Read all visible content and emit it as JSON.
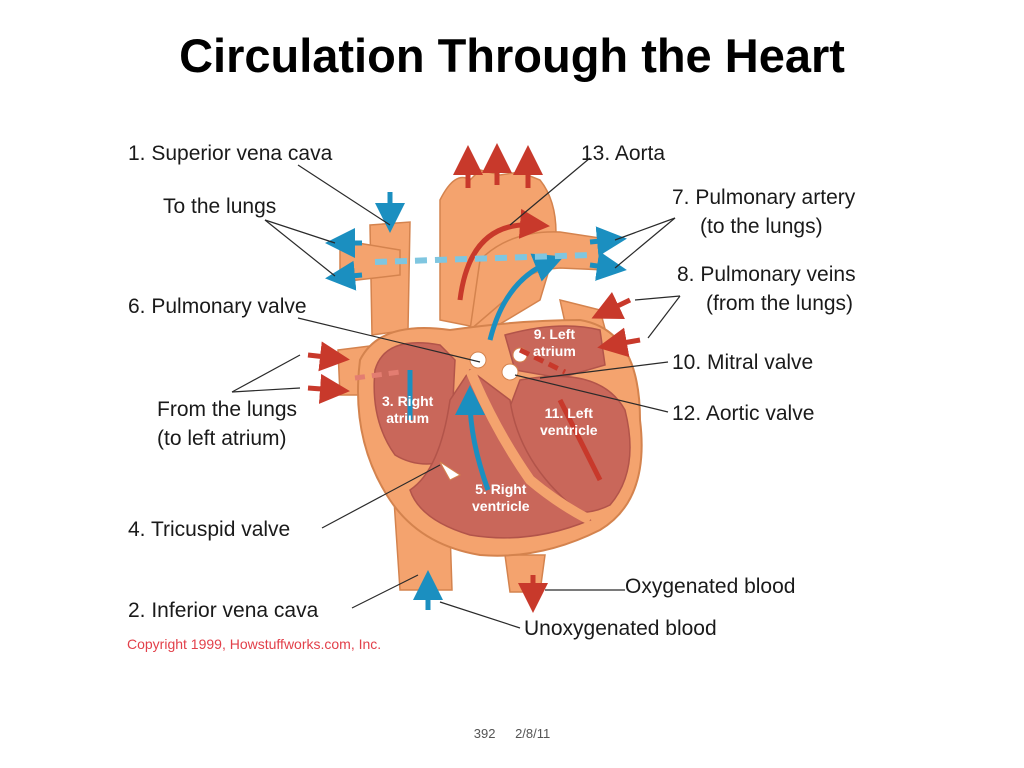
{
  "title": "Circulation Through the Heart",
  "labels": {
    "superior_vena_cava": "1. Superior vena cava",
    "to_the_lungs": "To the lungs",
    "pulmonary_valve": "6. Pulmonary valve",
    "from_the_lungs_line1": "From the lungs",
    "from_the_lungs_line2": "(to left atrium)",
    "tricuspid_valve": "4. Tricuspid valve",
    "inferior_vena_cava": "2. Inferior vena cava",
    "aorta": "13. Aorta",
    "pulmonary_artery_line1": "7. Pulmonary artery",
    "pulmonary_artery_line2": "(to the lungs)",
    "pulmonary_veins_line1": "8. Pulmonary veins",
    "pulmonary_veins_line2": "(from the lungs)",
    "mitral_valve": "10. Mitral valve",
    "aortic_valve": "12. Aortic valve",
    "oxygenated_blood": "Oxygenated blood",
    "unoxygenated_blood": "Unoxygenated blood"
  },
  "chambers": {
    "left_atrium_line1": "9. Left",
    "left_atrium_line2": "atrium",
    "right_atrium_line1": "3. Right",
    "right_atrium_line2": "atrium",
    "left_ventricle_line1": "11. Left",
    "left_ventricle_line2": "ventricle",
    "right_ventricle_line1": "5. Right",
    "right_ventricle_line2": "ventricle"
  },
  "copyright": "Copyright 1999, Howstuffworks.com, Inc.",
  "footer": {
    "page_number": "392",
    "date": "2/8/11"
  },
  "colors": {
    "heart_outer": "#f4a36e",
    "heart_inner": "#c9675a",
    "oxygenated_arrow": "#c8392b",
    "unoxygenated_arrow": "#1b8fc0",
    "copyright_text": "#e2404a"
  }
}
